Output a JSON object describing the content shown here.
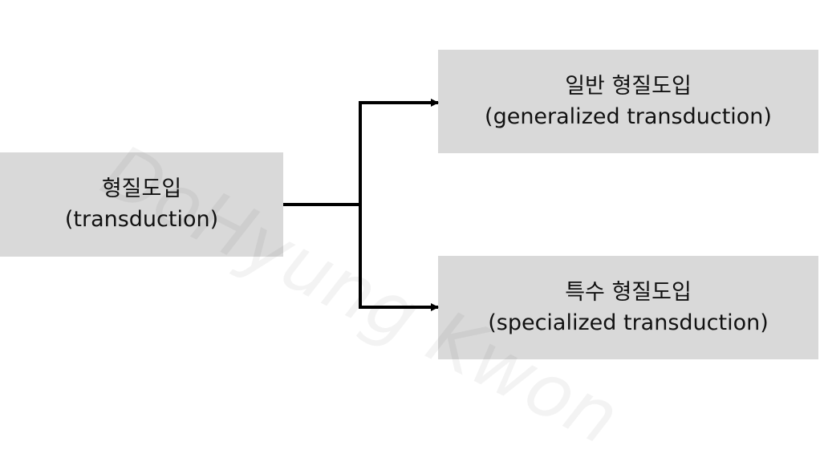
{
  "diagram": {
    "root": {
      "title": "형질도입",
      "subtitle": "(transduction)"
    },
    "children": [
      {
        "title": "일반 형질도입",
        "subtitle": "(generalized transduction)"
      },
      {
        "title": "특수 형질도입",
        "subtitle": "(specialized transduction)"
      }
    ]
  },
  "watermark": "DoHyung Kwon",
  "colors": {
    "box_fill": "#d9d9d9",
    "text": "#111111",
    "connector": "#000000"
  }
}
